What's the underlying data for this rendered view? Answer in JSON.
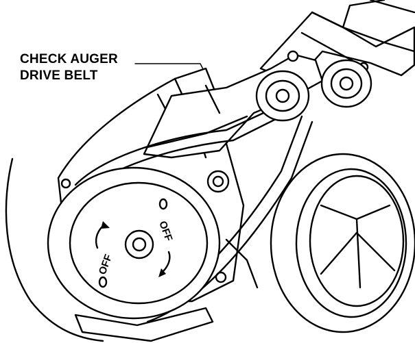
{
  "callout": {
    "line1": "CHECK AUGER",
    "line2": "DRIVE BELT"
  },
  "pulley": {
    "label_left": "OFF",
    "label_right": "OFF"
  }
}
